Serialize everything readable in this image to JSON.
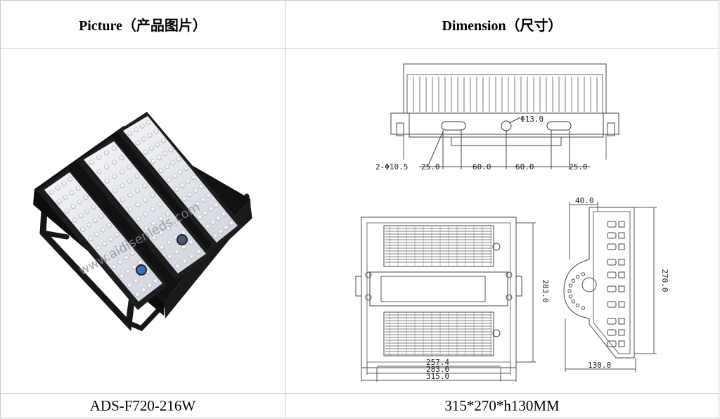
{
  "table": {
    "header": {
      "picture": "Picture（产品图片）",
      "dimension": "Dimension（尺寸）"
    },
    "product_image": {
      "watermark": "www.aidisenleds.com"
    },
    "drawing": {
      "top_view": {
        "hole_note": "2-Φ10.5",
        "center_hole": "Φ13.0",
        "dims": [
          "25.0",
          "60.0",
          "60.0",
          "25.0"
        ]
      },
      "front_view": {
        "width_dims": [
          "257.4",
          "283.0",
          "315.0"
        ],
        "height_dim": "283.0"
      },
      "side_view": {
        "top_dim": "40.0",
        "height_dim": "270.0",
        "bottom_dim": "130.0"
      }
    },
    "footer": {
      "model": "ADS-F720-216W",
      "size": "315*270*h130MM"
    }
  }
}
